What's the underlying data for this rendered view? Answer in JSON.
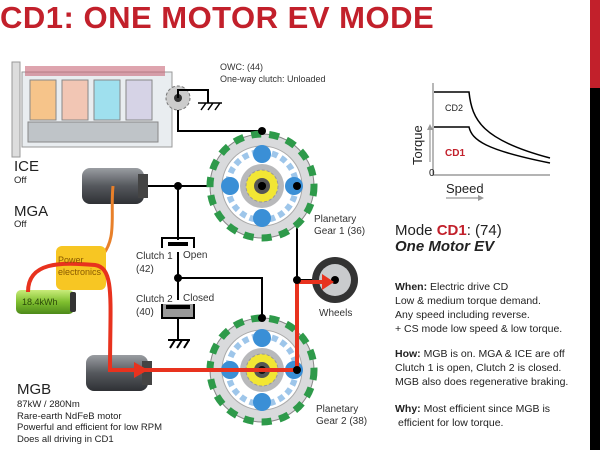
{
  "title": "CD1: ONE MOTOR EV MODE",
  "owc": {
    "line1": "OWC: (44)",
    "line2": "One-way clutch: Unloaded"
  },
  "ice": {
    "label": "ICE",
    "state": "Off"
  },
  "mga": {
    "label": "MGA",
    "state": "Off"
  },
  "power_electronics": "Power electronics",
  "battery": "18.4kWh",
  "clutch1": {
    "label": "Clutch 1",
    "id": "(42)",
    "state": "Open"
  },
  "clutch2": {
    "label": "Clutch 2",
    "id": "(40)",
    "state": "Closed"
  },
  "gear1": {
    "line1": "Planetary",
    "line2": "Gear 1 (36)"
  },
  "gear2": {
    "line1": "Planetary",
    "line2": "Gear 2 (38)"
  },
  "wheels": "Wheels",
  "mgb": {
    "label": "MGB",
    "lines": [
      "87kW / 280Nm",
      "Rare-earth NdFeB motor",
      "Powerful and efficient for low RPM",
      "Does all driving in CD1"
    ]
  },
  "graph": {
    "y_label": "Torque",
    "x_label": "Speed",
    "origin": "0",
    "curve_upper": "CD2",
    "curve_lower": "CD1"
  },
  "mode": {
    "prefix": "Mode ",
    "code": "CD1",
    "number": ": (74)",
    "name": "One Motor EV",
    "when_label": "When:",
    "when_lines": [
      "Electric drive CD",
      "Low & medium torque demand.",
      "Any speed including reverse.",
      "+ CS mode low speed & low torque."
    ],
    "how_label": "How:",
    "how_lines": [
      "MGB is on. MGA & ICE are off",
      "Clutch 1 is open, Clutch 2 is closed.",
      "MGB also does regenerative braking."
    ],
    "why_label": "Why:",
    "why_lines": [
      "Most efficient since MGB is",
      "efficient for low torque."
    ]
  },
  "colors": {
    "accent": "#c2202b",
    "power_flow": "#e8321e",
    "mga_wire": "#e8802a",
    "battery": "#8cc63f",
    "power_electronics": "#f7c623",
    "ring_gear": "#2e9a4a",
    "planet_gear": "#3a8fd6",
    "sun_gear": "#f2e634"
  }
}
